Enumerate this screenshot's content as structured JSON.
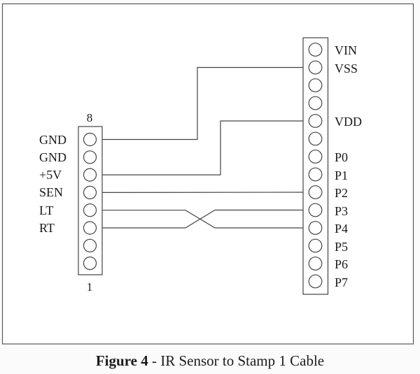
{
  "figure": {
    "caption_bold": "Figure 4",
    "caption_rest": " - IR Sensor to Stamp 1 Cable"
  },
  "left_connector": {
    "top_pin_marker": "8",
    "bottom_pin_marker": "1",
    "pins": [
      {
        "label": "GND"
      },
      {
        "label": "GND"
      },
      {
        "label": "+5V"
      },
      {
        "label": "SEN"
      },
      {
        "label": "LT"
      },
      {
        "label": "RT"
      },
      {
        "label": ""
      },
      {
        "label": ""
      }
    ]
  },
  "right_connector": {
    "pins": [
      {
        "label": "VIN"
      },
      {
        "label": "VSS"
      },
      {
        "label": ""
      },
      {
        "label": ""
      },
      {
        "label": "VDD"
      },
      {
        "label": ""
      },
      {
        "label": "P0"
      },
      {
        "label": "P1"
      },
      {
        "label": "P2"
      },
      {
        "label": "P3"
      },
      {
        "label": "P4"
      },
      {
        "label": "P5"
      },
      {
        "label": "P6"
      },
      {
        "label": "P7"
      }
    ]
  },
  "connections": [
    {
      "from": "GND",
      "to": "VSS"
    },
    {
      "from": "+5V",
      "to": "VDD"
    },
    {
      "from": "SEN",
      "to": "P2"
    },
    {
      "from": "LT",
      "to": "P4"
    },
    {
      "from": "RT",
      "to": "P3"
    }
  ],
  "colors": {
    "line": "#444444",
    "text": "#1b1b1b",
    "background": "#fbfbfb"
  }
}
